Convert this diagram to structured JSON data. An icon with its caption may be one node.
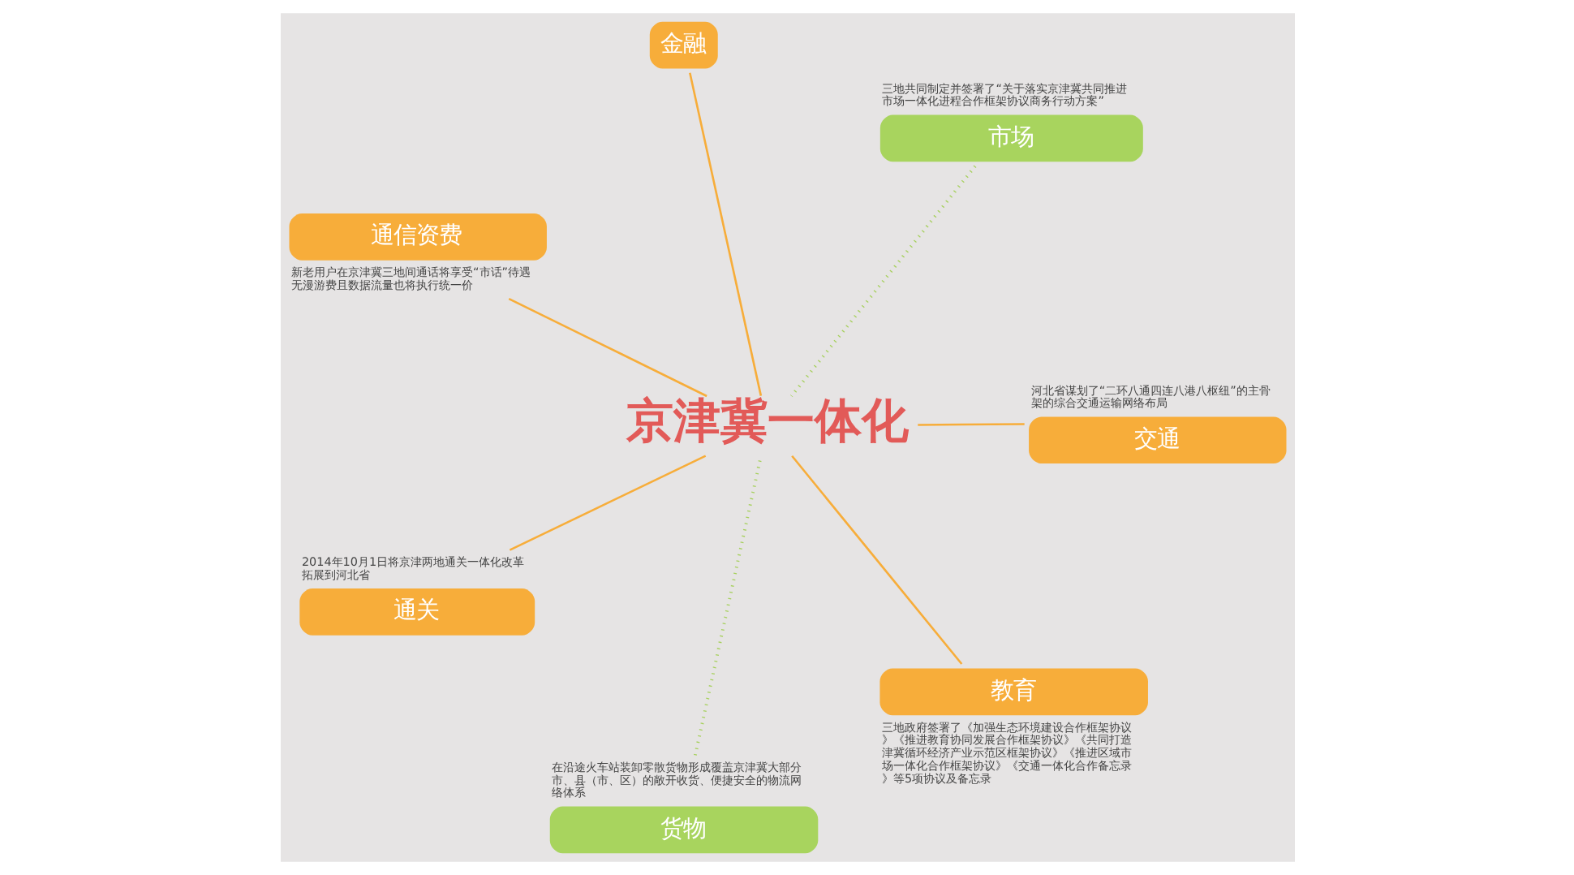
{
  "diagram": {
    "nodes": [
      {
        "text": [
          "京津冀一体化"
        ]
      },
      {
        "text": [
          "交通"
        ],
        "beside": [
          "河北省谋划了“二环八通四连八港八枢纽”的主骨架的综合交通运输网络布局"
        ]
      },
      {
        "text": [
          "货物"
        ],
        "beside": [
          "在沿途火车站装卸零散货物形成覆盖京津冀大部分市、县（市、区）的敞开收货、便捷安全的物流网络体系"
        ]
      },
      {
        "text": [
          "通信资费"
        ],
        "beside": [
          "新老用户在京津冀三地间通话将享受“市话”待遇无漫游费且数据流量也将执行统一价"
        ]
      },
      {
        "text": [
          "市场"
        ],
        "beside": [
          "三地共同制定并签署了“关于落实京津冀共同推进市场一体化进程合作框架协议商务行动方案”"
        ]
      },
      {
        "text": [
          "金融"
        ]
      },
      {
        "text": [
          "通关"
        ],
        "beside": [
          "2014年10月1日将京津两地通关一体化改革拓展到河北省"
        ]
      },
      {
        "text": [
          "教育"
        ],
        "beside": [
          "三地政府签署了《加强生态环境建设合作框架协议》《推进教育协同发展合作框架协议》《共同打造津冀循环经济产业示范区框架协议》《推进区域市场一体化合作框架协议》《交通一体化合作备忘录》等5项协议及备忘录"
        ]
      }
    ],
    "edges": [
      {
        "from": 1,
        "to": 0,
        "arrow": "none"
      },
      {
        "from": 2,
        "to": 0,
        "arrow": "none",
        "style": "dashed",
        "color": "#a6d05c"
      },
      {
        "from": 3,
        "to": 0,
        "arrow": "none"
      },
      {
        "from": 4,
        "to": 0,
        "arrow": "none",
        "style": "dashed",
        "color": "#a6d05c"
      },
      {
        "from": 5,
        "to": 0,
        "arrow": "none"
      },
      {
        "from": 6,
        "to": 0,
        "arrow": "none"
      },
      {
        "from": 7,
        "to": 0,
        "arrow": "none"
      }
    ]
  }
}
